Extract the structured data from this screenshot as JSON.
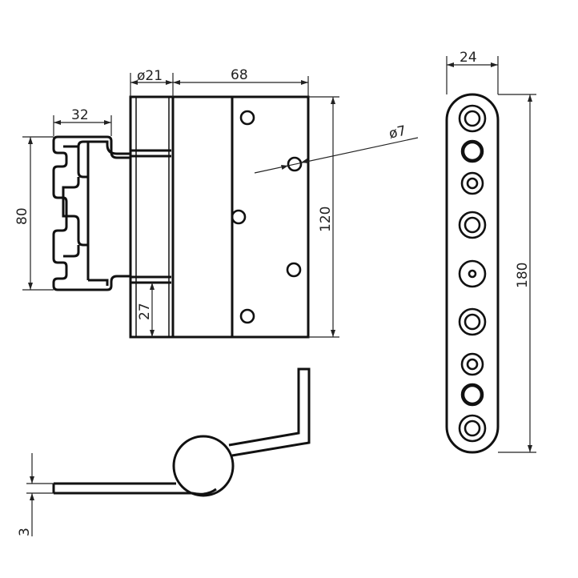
{
  "dimensions": {
    "pin_diameter": "ø21",
    "leaf_width": "68",
    "knuckle_depth": "32",
    "knuckle_span": "80",
    "leaf_height": "120",
    "hole_diameter": "ø7",
    "bottom_offset": "27",
    "strap_width": "24",
    "strap_length": "180",
    "thickness": "3"
  },
  "colors": {
    "line": "#111111",
    "background": "#ffffff"
  }
}
